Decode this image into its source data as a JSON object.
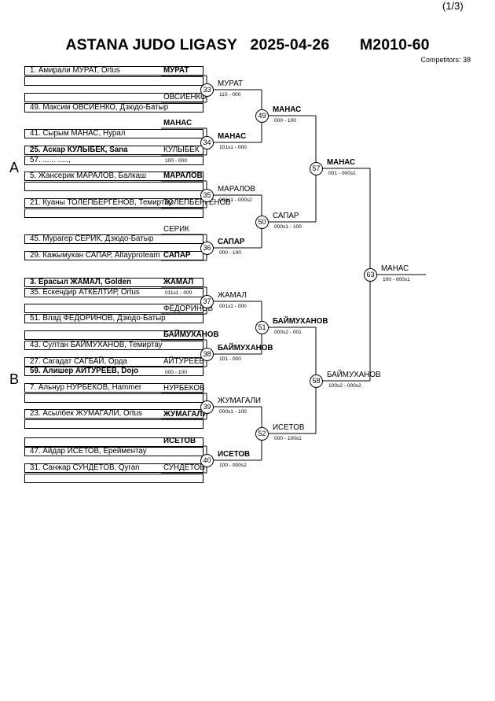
{
  "page_indicator": "(1/3)",
  "header": {
    "event": "ASTANA JUDO LIGASY",
    "date": "2025-04-26",
    "category": "M2010-60",
    "competitors": "Competitors: 38"
  },
  "pools": {
    "a": "A",
    "b": "B"
  },
  "entries": [
    {
      "text": "1. Амирали МУРАТ, Ortus",
      "bold": false
    },
    {
      "text": "",
      "bold": false
    },
    {
      "text": "",
      "bold": false
    },
    {
      "text": "49. Максим ОВСИЕНКО, Дзюдо-Батыр",
      "bold": false
    },
    {
      "text": "41. Сырым МАНАС, Нурал",
      "bold": false
    },
    {
      "text": "25. Аскар КУЛЫБЕК, Sana",
      "bold": true
    },
    {
      "text": "57. ...... .....,",
      "bold": false
    },
    {
      "text": "5. Жансерик МАРАЛОВ, Балкаш",
      "bold": false
    },
    {
      "text": "",
      "bold": false
    },
    {
      "text": "21. Куаны ТОЛЕПБЕРГЕНОВ, Темиртау",
      "bold": false
    },
    {
      "text": "",
      "bold": false
    },
    {
      "text": "45. Мурагер СЕРИК, Дзюдо-Батыр",
      "bold": false
    },
    {
      "text": "29. Кажымукан САПАР, Altayproteam",
      "bold": false
    },
    {
      "text": "3. Ерасыл ЖАМАЛ, Golden",
      "bold": true
    },
    {
      "text": "35. Ескендир АТКЕЛТИР, Ortus",
      "bold": false
    },
    {
      "text": "",
      "bold": false
    },
    {
      "text": "51. Влад ФЕДОРИНОВ, Дзюдо-Батыр",
      "bold": false
    },
    {
      "text": "",
      "bold": false
    },
    {
      "text": "43. Султан БАЙМУХАНОВ, Темиртау",
      "bold": false
    },
    {
      "text": "27. Сагадат САГБАЙ, Орда",
      "bold": false
    },
    {
      "text": "59. Алишер АЙТУРЕЕВ, Dojo",
      "bold": true
    },
    {
      "text": "7. Альнур НУРБЕКОВ, Hammer",
      "bold": false
    },
    {
      "text": "",
      "bold": false
    },
    {
      "text": "23. Асылбек ЖУМАГАЛИ, Ortus",
      "bold": false
    },
    {
      "text": "",
      "bold": false
    },
    {
      "text": "",
      "bold": false
    },
    {
      "text": "47. Айдар ИСЕТОВ, Ерейментау",
      "bold": false
    },
    {
      "text": "31. Санжар СУНДЕТОВ, Qyran",
      "bold": false
    },
    {
      "text": "",
      "bold": false
    }
  ],
  "round1": [
    {
      "name": "МУРАТ",
      "bold": true
    },
    {
      "name": "ОВСИЕНКО",
      "bold": false
    },
    {
      "name": "МАНАС",
      "bold": true
    },
    {
      "name": "КУЛЫБЕК",
      "bold": false
    },
    {
      "name": "МАРАЛОВ",
      "bold": true
    },
    {
      "name": "ТОЛЕПБЕРГЕНОВ",
      "bold": false
    },
    {
      "name": "СЕРИК",
      "bold": false
    },
    {
      "name": "САПАР",
      "bold": true
    },
    {
      "name": "ЖАМАЛ",
      "bold": true
    },
    {
      "name": "ФЕДОРИНОВ",
      "bold": false
    },
    {
      "name": "БАЙМУХАНОВ",
      "bold": true
    },
    {
      "name": "АЙТУРЕЕВ",
      "bold": false
    },
    {
      "name": "НУРБЕКОВ",
      "bold": false
    },
    {
      "name": "ЖУМАГАЛИ",
      "bold": true
    },
    {
      "name": "ИСЕТОВ",
      "bold": true
    },
    {
      "name": "СУНДЕТОВ",
      "bold": false
    }
  ],
  "scores_r1": {
    "kulybek": "100 - 000",
    "aitureev": "000 - 100",
    "zhamal": "011s1 - 000"
  },
  "matches": [
    {
      "num": "33",
      "winner": "МУРАТ",
      "bold": false,
      "score": "110 - 000"
    },
    {
      "num": "34",
      "winner": "МАНАС",
      "bold": true,
      "score": "101s1 - 000"
    },
    {
      "num": "35",
      "winner": "МАРАЛОВ",
      "bold": false,
      "score": "000s1 - 000s2"
    },
    {
      "num": "36",
      "winner": "САПАР",
      "bold": true,
      "score": "000 - 100"
    },
    {
      "num": "37",
      "winner": "ЖАМАЛ",
      "bold": false,
      "score": "001s1 - 000"
    },
    {
      "num": "38",
      "winner": "БАЙМУХАНОВ",
      "bold": true,
      "score": "101 - 000"
    },
    {
      "num": "39",
      "winner": "ЖУМАГАЛИ",
      "bold": false,
      "score": "000s1 - 100"
    },
    {
      "num": "40",
      "winner": "ИСЕТОВ",
      "bold": true,
      "score": "100 - 000s2"
    },
    {
      "num": "49",
      "winner": "МАНАС",
      "bold": true,
      "score": "000 - 100"
    },
    {
      "num": "50",
      "winner": "САПАР",
      "bold": false,
      "score": "000s1 - 100"
    },
    {
      "num": "51",
      "winner": "БАЙМУХАНОВ",
      "bold": true,
      "score": "000s2 - 001"
    },
    {
      "num": "52",
      "winner": "ИСЕТОВ",
      "bold": false,
      "score": "000 - 100s1"
    },
    {
      "num": "57",
      "winner": "МАНАС",
      "bold": true,
      "score": "001 - 000s1"
    },
    {
      "num": "58",
      "winner": "БАЙМУХАНОВ",
      "bold": false,
      "score": "100s2 - 000s2"
    },
    {
      "num": "63",
      "winner": "МАНАС",
      "bold": false,
      "score": "100 - 000s1"
    }
  ]
}
